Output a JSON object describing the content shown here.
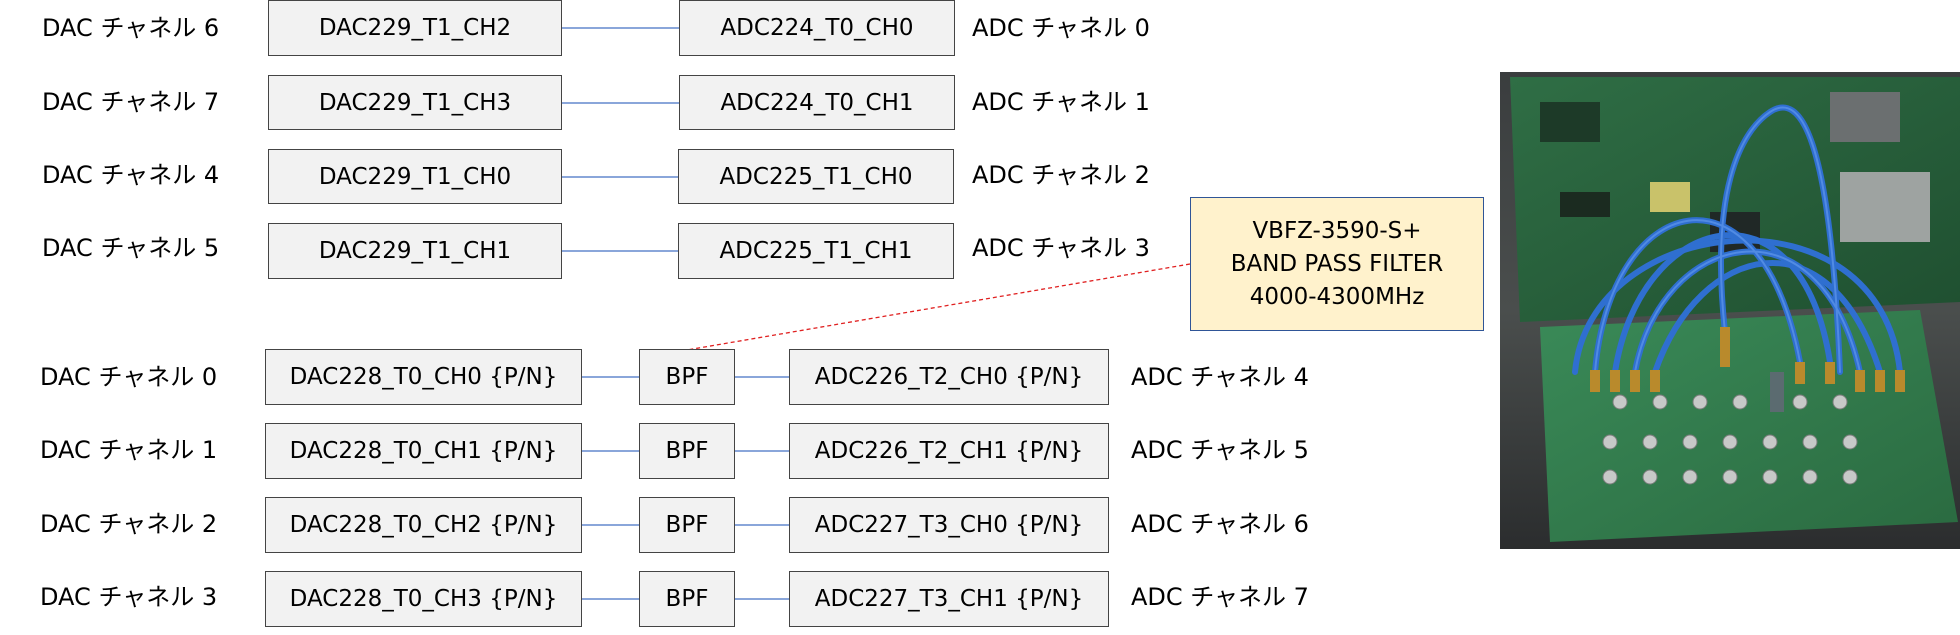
{
  "top_rows": [
    {
      "dac_label": "DAC チャネル 6",
      "dac_box": "DAC229_T1_CH2",
      "adc_box": "ADC224_T0_CH0",
      "adc_label": "ADC チャネル 0"
    },
    {
      "dac_label": "DAC チャネル 7",
      "dac_box": "DAC229_T1_CH3",
      "adc_box": "ADC224_T0_CH1",
      "adc_label": "ADC チャネル 1"
    },
    {
      "dac_label": "DAC チャネル 4",
      "dac_box": "DAC229_T1_CH0",
      "adc_box": "ADC225_T1_CH0",
      "adc_label": "ADC チャネル 2"
    },
    {
      "dac_label": "DAC チャネル 5",
      "dac_box": "DAC229_T1_CH1",
      "adc_box": "ADC225_T1_CH1",
      "adc_label": "ADC チャネル 3"
    }
  ],
  "bottom_rows": [
    {
      "dac_label": "DAC チャネル 0",
      "dac_box": "DAC228_T0_CH0 {P/N}",
      "filter": "BPF",
      "adc_box": "ADC226_T2_CH0 {P/N}",
      "adc_label": "ADC チャネル 4"
    },
    {
      "dac_label": "DAC チャネル 1",
      "dac_box": "DAC228_T0_CH1 {P/N}",
      "filter": "BPF",
      "adc_box": "ADC226_T2_CH1 {P/N}",
      "adc_label": "ADC チャネル 5"
    },
    {
      "dac_label": "DAC チャネル 2",
      "dac_box": "DAC228_T0_CH2 {P/N}",
      "filter": "BPF",
      "adc_box": "ADC227_T3_CH0 {P/N}",
      "adc_label": "ADC チャネル 6"
    },
    {
      "dac_label": "DAC チャネル 3",
      "dac_box": "DAC228_T0_CH3 {P/N}",
      "filter": "BPF",
      "adc_box": "ADC227_T3_CH1 {P/N}",
      "adc_label": "ADC チャネル 7"
    }
  ],
  "callout": {
    "line1": "VBFZ-3590-S+",
    "line2": "BAND PASS FILTER",
    "line3": "4000-4300MHz"
  },
  "colors": {
    "box_fill": "#f2f2f2",
    "connector": "#4472c4",
    "leader": "#e02020",
    "callout_fill": "#fff2cc",
    "callout_border": "#2f5597"
  }
}
